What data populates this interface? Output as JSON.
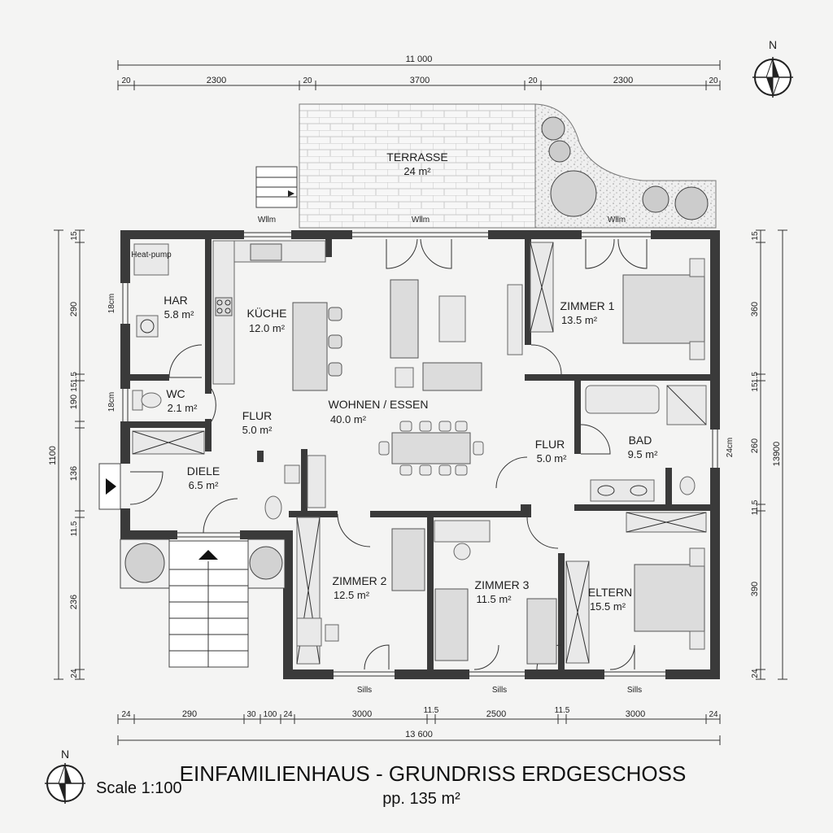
{
  "rooms": {
    "terrasse": {
      "name": "TERRASSE",
      "area": "24 m²"
    },
    "har": {
      "name": "HAR",
      "area": "5.8 m²"
    },
    "heatpump": "Heat-pump",
    "kueche": {
      "name": "KÜCHE",
      "area": "12.0 m²"
    },
    "wohnen": {
      "name": "WOHNEN / ESSEN",
      "area": "40.0 m²"
    },
    "zimmer1": {
      "name": "ZIMMER 1",
      "area": "13.5 m²"
    },
    "wc": {
      "name": "WC",
      "area": "2.1 m²"
    },
    "flur1": {
      "name": "FLUR",
      "area": "5.0 m²"
    },
    "flur2": {
      "name": "FLUR",
      "area": "5.0 m²"
    },
    "bad": {
      "name": "BAD",
      "area": "9.5 m²"
    },
    "diele": {
      "name": "DIELE",
      "area": "6.5 m²"
    },
    "zimmer2": {
      "name": "ZIMMER 2",
      "area": "12.5 m²"
    },
    "zimmer3": {
      "name": "ZIMMER 3",
      "area": "11.5 m²"
    },
    "eltern": {
      "name": "ELTERN",
      "area": "15.5 m²"
    }
  },
  "labels": {
    "window_top_left": "Wllm",
    "window_top_mid": "Wllm",
    "window_top_right": "Wllm",
    "sill_1": "Sills",
    "sill_2": "Sills",
    "sill_3": "Sills",
    "north": "N",
    "north_bottom": "N"
  },
  "dimensions": {
    "top_total": "11 000",
    "top": [
      "20",
      "2300",
      "20",
      "3700",
      "20",
      "2300",
      "20"
    ],
    "bottom_total": "13 600",
    "bottom": [
      "24",
      "290",
      "30",
      "100",
      "24",
      "3000",
      "11.5",
      "2500",
      "11.5",
      "3000",
      "24"
    ],
    "left_total": "1100",
    "left": [
      "15",
      "290",
      "1.5",
      "15",
      "190",
      "136",
      "11.5",
      "236",
      "24"
    ],
    "left_walls": [
      "18cm",
      "18cm"
    ],
    "right_total": "13900",
    "right": [
      "15",
      "360",
      "1.5",
      "15",
      "260",
      "11.5",
      "390",
      "24"
    ],
    "right_wall": "24cm"
  },
  "title": {
    "main": "EINFAMILIENHAUS - GRUNDRISS ERDGESCHOSS",
    "sub": "pp. 135 m²",
    "scale": "Scale 1:100"
  }
}
